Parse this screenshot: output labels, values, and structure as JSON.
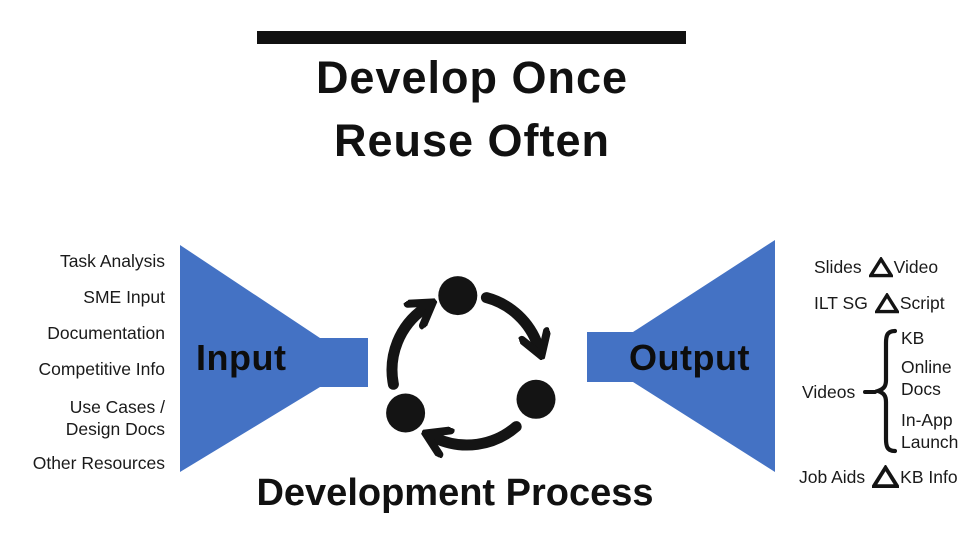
{
  "colors": {
    "funnel_blue": "#4472C4",
    "ink": "#141414"
  },
  "header": {
    "title_line1": "Develop Once",
    "title_line2": "Reuse Often"
  },
  "left_column": {
    "items": [
      "Task Analysis",
      "SME Input",
      "Documentation",
      "Competitive Info",
      "Use Cases /",
      "Design Docs",
      "Other Resources"
    ]
  },
  "funnels": {
    "input_label": "Input",
    "output_label": "Output"
  },
  "process": {
    "caption": "Development Process",
    "icon": "cycle-arrows-icon"
  },
  "right_column": {
    "pairs": [
      {
        "left": "Slides",
        "separator": "delta-triangle-icon",
        "right": "Video"
      },
      {
        "left": "ILT SG",
        "separator": "delta-triangle-icon",
        "right": "Script"
      },
      {
        "left": "Job Aids",
        "separator": "delta-triangle-icon",
        "right": "KB Info"
      }
    ],
    "videos_group": {
      "label": "Videos",
      "connector": "dash-and-curly-brace",
      "items": [
        "KB",
        "Online Docs",
        "In-App Launch"
      ],
      "item_lines": [
        [
          "KB"
        ],
        [
          "Online",
          "Docs"
        ],
        [
          "In-App",
          "Launch"
        ]
      ]
    }
  }
}
